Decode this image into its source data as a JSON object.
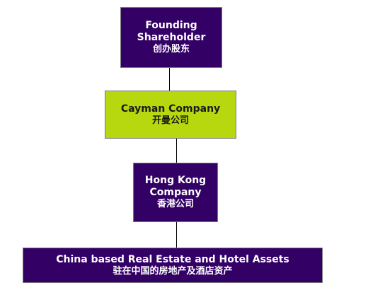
{
  "diagram": {
    "nodes": [
      {
        "en_lines": [
          "Founding",
          "Shareholder"
        ],
        "zh": "创办股东",
        "color": "#330066"
      },
      {
        "en_lines": [
          "Cayman Company"
        ],
        "zh": "开曼公司",
        "color": "#b7d70f"
      },
      {
        "en_lines": [
          "Hong Kong",
          "Company"
        ],
        "zh": "香港公司",
        "color": "#330066"
      },
      {
        "en_lines": [
          "China based Real Estate and Hotel Assets"
        ],
        "zh": "驻在中国的房地产及酒店资产",
        "color": "#330066"
      }
    ]
  }
}
